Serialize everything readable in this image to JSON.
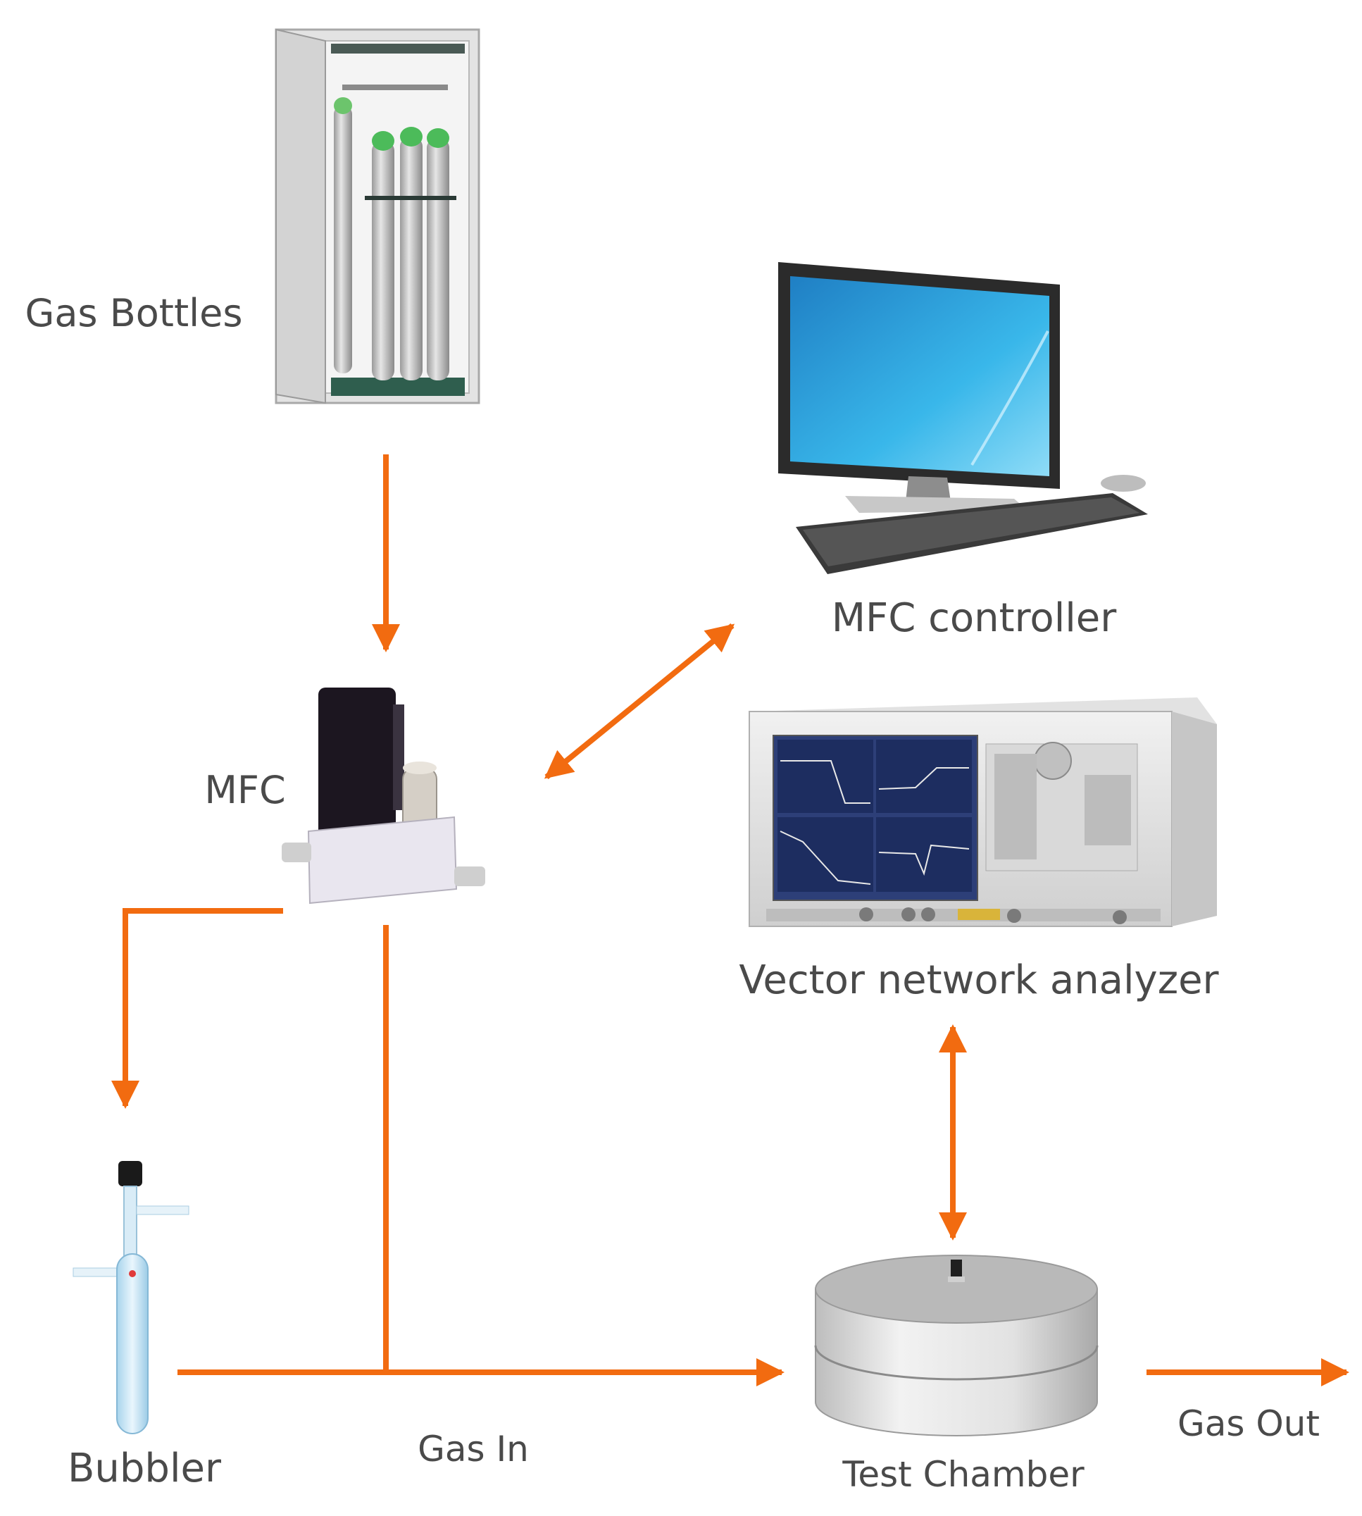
{
  "labels": {
    "gas_bottles": "Gas Bottles",
    "mfc_controller": "MFC controller",
    "mfc": "MFC",
    "vna": "Vector network analyzer",
    "bubbler": "Bubbler",
    "gas_in": "Gas In",
    "test_chamber": "Test Chamber",
    "gas_out": "Gas Out"
  },
  "colors": {
    "arrow": "#f26b10",
    "text": "#4a4a4a",
    "cylinder": "#7ec87e",
    "screen": "#2fa9e0",
    "chamber": "#d7d7d7"
  },
  "icons": {
    "gas_bottles": "gas-cabinet-icon",
    "mfc_controller": "desktop-computer-icon",
    "mfc": "mass-flow-controller-icon",
    "vna": "network-analyzer-icon",
    "bubbler": "bubbler-tube-icon",
    "test_chamber": "test-chamber-icon"
  }
}
